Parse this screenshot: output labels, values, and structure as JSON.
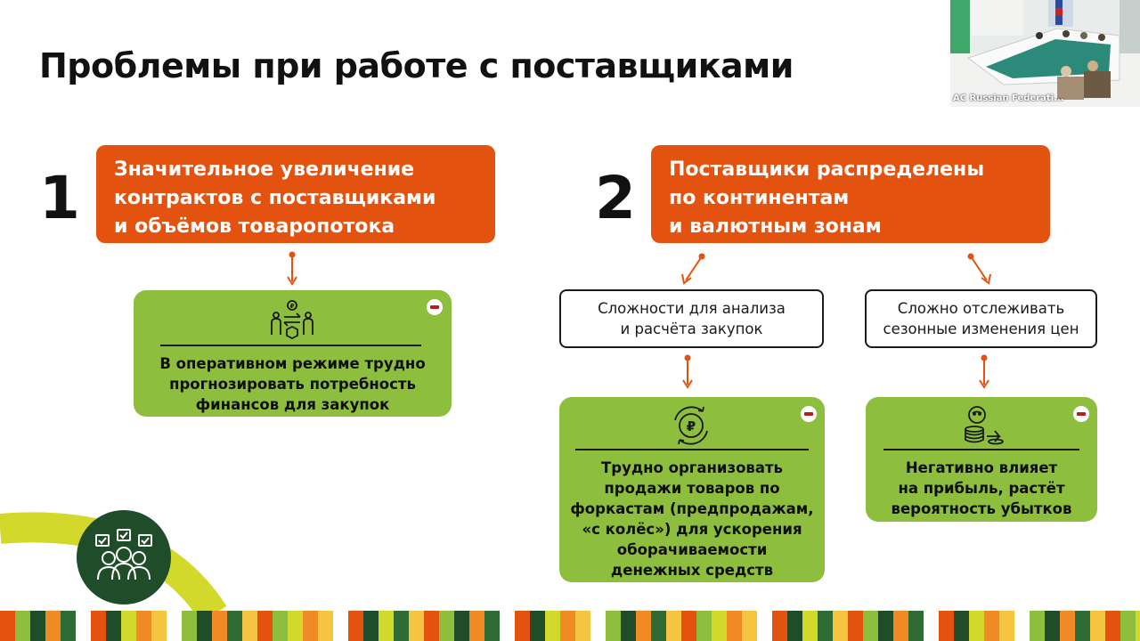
{
  "slide": {
    "title": "Проблемы при работе с поставщиками",
    "problem1": {
      "number": "1",
      "heading": "Значительное увеличение\nконтрактов с поставщиками\nи объёмов товаропотока",
      "effect": {
        "icon": "ruble-exchange-people-icon",
        "text": "В оперативном режиме трудно\nпрогнозировать потребность\nфинансов для закупок"
      }
    },
    "problem2": {
      "number": "2",
      "heading": "Поставщики распределены\nпо континентам\nи валютным зонам",
      "left": {
        "difficulty": "Сложности для анализа\nи расчёта закупок",
        "effect_icon": "ruble-cycle-icon",
        "effect": "Трудно организовать\nпродажи товаров по\nфоркастам (предпродажам,\n«с колёс») для ускорения\nоборачиваемости\nденежных средств"
      },
      "right": {
        "difficulty": "Сложно отслеживать\nсезонные изменения цен",
        "effect_icon": "coins-stack-icon",
        "effect": "Негативно влияет\nна прибыль, растёт\nвероятность убытков"
      }
    }
  },
  "video": {
    "label": "AC Russian Federati..."
  },
  "colors": {
    "orange": "#e4520f",
    "green": "#8ebe3e",
    "dark_green": "#1f4d2a",
    "yellow_green": "#d3d92b"
  }
}
